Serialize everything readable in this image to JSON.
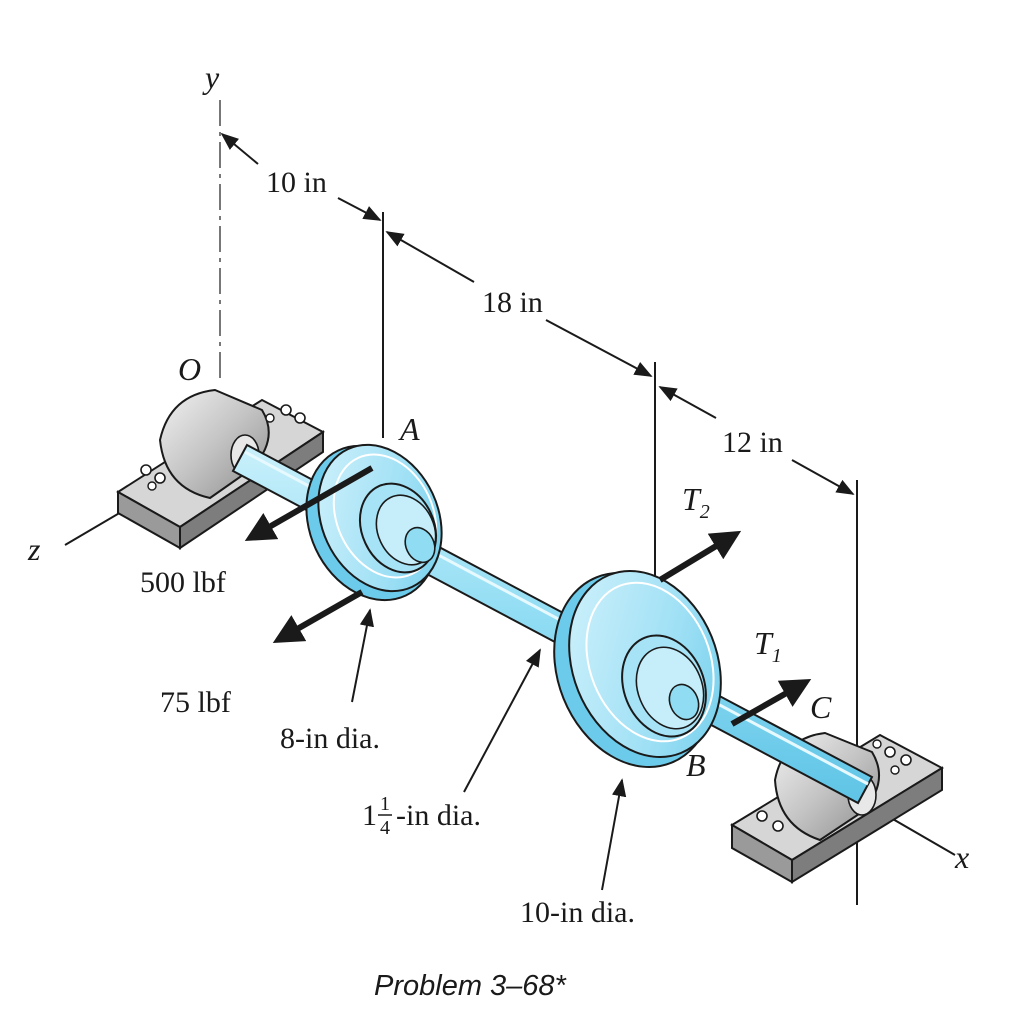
{
  "axes": {
    "y": "y",
    "z": "z",
    "x": "x"
  },
  "points": {
    "origin": "O",
    "A": "A",
    "B": "B",
    "C": "C"
  },
  "dimensions": {
    "d1": "10 in",
    "d2": "18 in",
    "d3": "12 in"
  },
  "forces": {
    "f1": "500 lbf",
    "f2": "75 lbf",
    "t2_main": "T",
    "t2_sub": "2",
    "t1_main": "T",
    "t1_sub": "1"
  },
  "diameters": {
    "pulley_a": "8-in dia.",
    "shaft_whole": "1",
    "shaft_num": "1",
    "shaft_den": "4",
    "shaft_rest": "-in dia.",
    "pulley_b": "10-in dia."
  },
  "caption": "Problem 3–68*",
  "colors": {
    "shaft": "#8fdcf3",
    "pulley": "#9fe0f5",
    "bearing": "#b8b8b8",
    "line": "#1a1a1a"
  }
}
